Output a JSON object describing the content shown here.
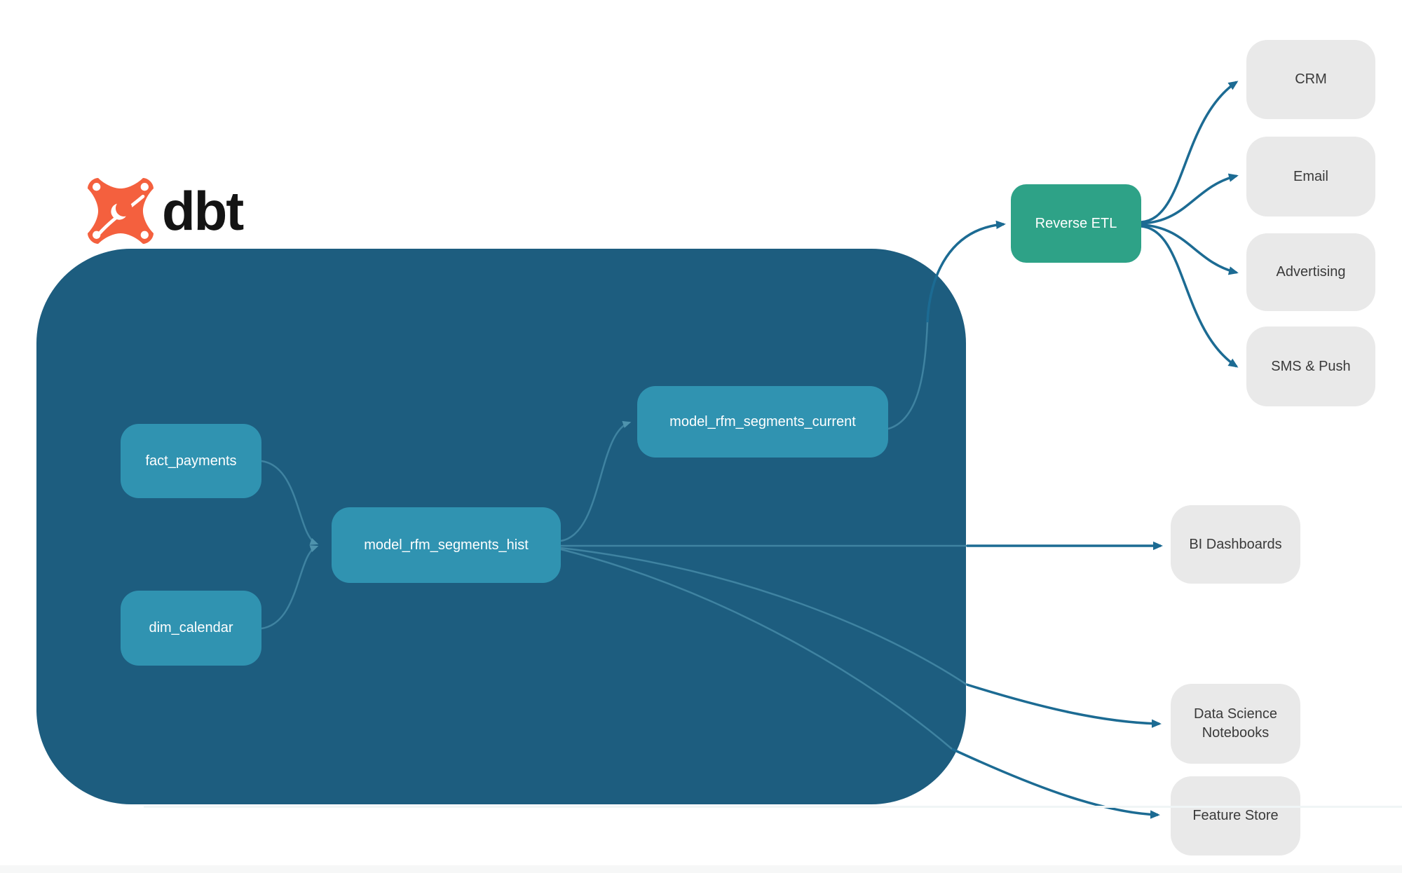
{
  "logo": {
    "brand": "dbt",
    "icon": "dbt-flame-mark",
    "orange": "#f4603e"
  },
  "warehouse": {
    "nodes": {
      "fact_payments": {
        "label": "fact_payments"
      },
      "dim_calendar": {
        "label": "dim_calendar"
      },
      "model_rfm_segments_hist": {
        "label": "model_rfm_segments_hist"
      },
      "model_rfm_segments_current": {
        "label": "model_rfm_segments_current"
      }
    }
  },
  "reverse_etl": {
    "label": "Reverse ETL"
  },
  "destinations": {
    "crm": {
      "label": "CRM"
    },
    "email": {
      "label": "Email"
    },
    "advertising": {
      "label": "Advertising"
    },
    "sms_push": {
      "label": "SMS & Push"
    }
  },
  "outputs": {
    "bi_dashboards": {
      "label": "BI Dashboards"
    },
    "data_science_notebooks": {
      "label": "Data Science Notebooks"
    },
    "feature_store": {
      "label": "Feature Store"
    }
  },
  "edges": [
    {
      "from": "fact_payments",
      "to": "model_rfm_segments_hist"
    },
    {
      "from": "dim_calendar",
      "to": "model_rfm_segments_hist"
    },
    {
      "from": "model_rfm_segments_hist",
      "to": "model_rfm_segments_current"
    },
    {
      "from": "model_rfm_segments_current",
      "to": "Reverse ETL"
    },
    {
      "from": "Reverse ETL",
      "to": "CRM"
    },
    {
      "from": "Reverse ETL",
      "to": "Email"
    },
    {
      "from": "Reverse ETL",
      "to": "Advertising"
    },
    {
      "from": "Reverse ETL",
      "to": "SMS & Push"
    },
    {
      "from": "model_rfm_segments_hist",
      "to": "BI Dashboards"
    },
    {
      "from": "model_rfm_segments_hist",
      "to": "Data Science Notebooks"
    },
    {
      "from": "model_rfm_segments_hist",
      "to": "Feature Store"
    }
  ],
  "colors": {
    "background": "#ffffff",
    "warehouse_container": "#1d5d7f",
    "model_node": "#3093b1",
    "reverse_etl_node": "#2ea287",
    "destination_node": "#e9e9e9",
    "destination_text": "#3a3a3a",
    "node_text": "#ffffff",
    "edge_outside": "#1c6b93",
    "edge_inside": "#3f83a1",
    "logo_orange": "#f4603e",
    "logo_text": "#141414"
  }
}
